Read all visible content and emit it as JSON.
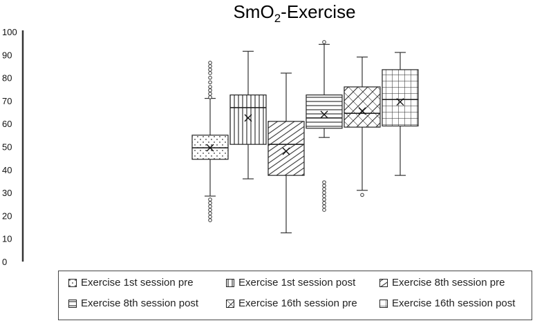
{
  "chart_data": {
    "type": "box",
    "title": "SmO",
    "title_sub": "2",
    "title_suffix": "-Exercise",
    "ylim": [
      0,
      100
    ],
    "yticks": [
      "0",
      "10",
      "20",
      "30",
      "40",
      "50",
      "60",
      "70",
      "80",
      "90",
      "100"
    ],
    "grid": false,
    "legend_position": "bottom",
    "series": [
      {
        "name": "Exercise 1st session pre",
        "pattern": "dots",
        "whisker_low": 28.5,
        "q1": 44.5,
        "median": 49.5,
        "q3": 55,
        "whisker_high": 71,
        "mean": 49.5,
        "outliers": [
          18,
          19.5,
          21,
          22.5,
          24,
          25.5,
          27,
          71.5,
          73,
          74.5,
          76,
          78,
          80,
          82,
          83.5,
          85,
          86.5
        ]
      },
      {
        "name": "Exercise 1st session post",
        "pattern": "vlines",
        "whisker_low": 36,
        "q1": 51,
        "median": 67,
        "q3": 72.5,
        "whisker_high": 91.5,
        "mean": 62.5,
        "outliers": []
      },
      {
        "name": "Exercise 8th session pre",
        "pattern": "diag",
        "whisker_low": 12.5,
        "q1": 37.5,
        "median": 51,
        "q3": 61,
        "whisker_high": 82,
        "mean": 48,
        "outliers": []
      },
      {
        "name": "Exercise 8th session post",
        "pattern": "hlines",
        "whisker_low": 54,
        "q1": 58,
        "median": 62.5,
        "q3": 72.5,
        "whisker_high": 94.5,
        "mean": 64,
        "outliers": [
          22.5,
          24,
          25.5,
          27,
          28.5,
          30,
          31.5,
          33,
          34.5,
          95.5
        ]
      },
      {
        "name": "Exercise 16th session pre",
        "pattern": "cross",
        "whisker_low": 31,
        "q1": 58.5,
        "median": 64.5,
        "q3": 76,
        "whisker_high": 89,
        "mean": 65.5,
        "outliers": [
          29
        ]
      },
      {
        "name": "Exercise 16th session post",
        "pattern": "grid",
        "whisker_low": 37.5,
        "q1": 59,
        "median": 70.5,
        "q3": 83.5,
        "whisker_high": 91,
        "mean": 69.5,
        "outliers": []
      }
    ]
  }
}
